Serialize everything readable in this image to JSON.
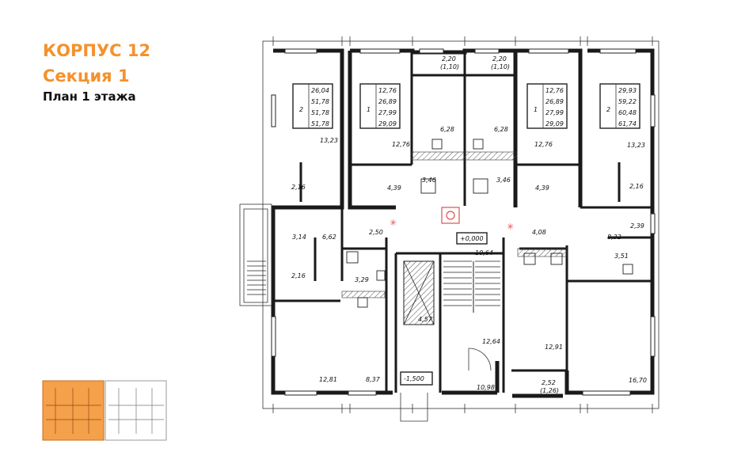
{
  "header": {
    "building": "КОРПУС 12",
    "section": "Секция 1",
    "plan": "План 1 этажа"
  },
  "colors": {
    "accent": "#f5912d",
    "wall": "#1a1a1a",
    "minimap_fill": "#f5a04a"
  },
  "apartment_tables": [
    {
      "rooms": "2",
      "areas": [
        "26,04",
        "51,78",
        "51,78",
        "51,78"
      ]
    },
    {
      "rooms": "1",
      "areas": [
        "12,76",
        "26,89",
        "27,99",
        "29,09"
      ]
    },
    {
      "rooms": "1",
      "areas": [
        "12,76",
        "26,89",
        "27,99",
        "29,09"
      ]
    },
    {
      "rooms": "2",
      "areas": [
        "29,93",
        "59,22",
        "60,48",
        "61,74"
      ]
    }
  ],
  "room_labels": {
    "r_13_23_l": "13,23",
    "r_2_16_a": "2,16",
    "r_12_76_l": "12,76",
    "r_4_39_l": "4,39",
    "r_3_46_l": "3,46",
    "r_6_28_l": "6,28",
    "r_2_20_l": "2,20",
    "r_1_10_l": "(1,10)",
    "r_2_20_r": "2,20",
    "r_1_10_r": "(1,10)",
    "r_6_28_r": "6,28",
    "r_3_46_r": "3,46",
    "r_12_76_r": "12,76",
    "r_4_39_r": "4,39",
    "r_13_23_r": "13,23",
    "r_2_16_b": "2,16",
    "r_3_14": "3,14",
    "r_6_62": "6,62",
    "r_2_50": "2,50",
    "r_2_16_c": "2,16",
    "r_3_29": "3,29",
    "r_4_57": "4,57",
    "r_10_64": "10,64",
    "r_4_08": "4,08",
    "r_8_32": "8,32",
    "r_2_39": "2,39",
    "r_3_51": "3,51",
    "r_12_64": "12,64",
    "r_12_91": "12,91",
    "r_12_81": "12,81",
    "r_8_37": "8,37",
    "r_10_98": "10,98",
    "r_2_52": "2,52",
    "r_1_26": "(1,26)",
    "r_16_70": "16,70"
  },
  "levels": {
    "ground": "+0,000",
    "basement": "-1,500"
  }
}
